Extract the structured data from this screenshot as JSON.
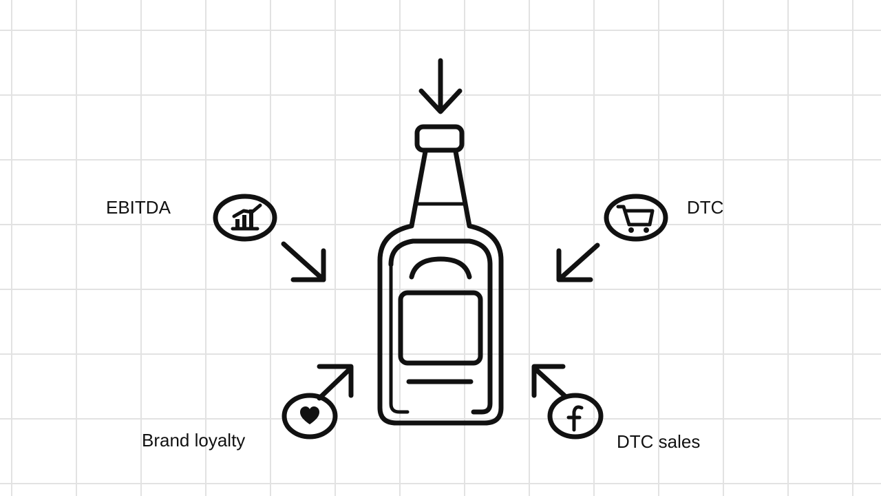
{
  "diagram": {
    "labels": {
      "ebitda": "EBITDA",
      "dtc": "DTC",
      "brand_loyalty": "Brand loyalty",
      "dtc_sales": "DTC sales"
    },
    "icons": {
      "center": "bottle-icon",
      "top_left": "bar-chart-icon",
      "top_right": "shopping-cart-icon",
      "bottom_left": "heart-icon",
      "bottom_right": "facebook-icon"
    },
    "colors": {
      "ink": "#111111",
      "grid": "#e2e2e2",
      "background": "#ffffff"
    }
  }
}
